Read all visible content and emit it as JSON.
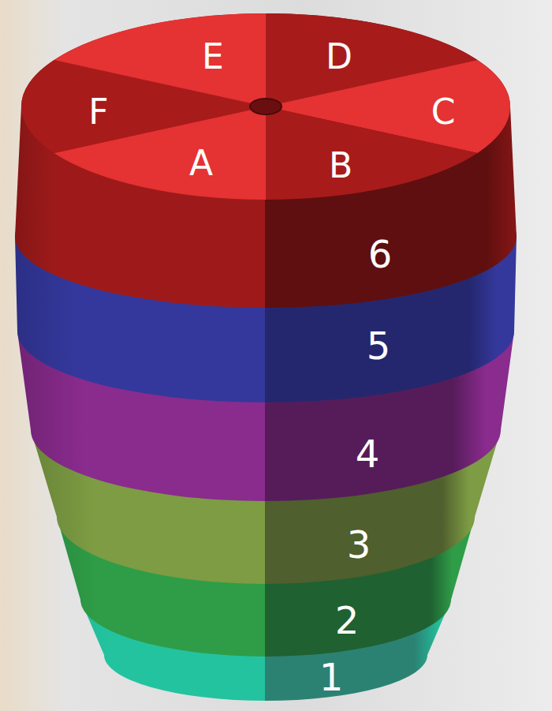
{
  "diagram": {
    "labels": [
      "E",
      "D",
      "F",
      "C",
      "A",
      "B",
      "6",
      "5",
      "4",
      "3",
      "2",
      "1"
    ]
  }
}
